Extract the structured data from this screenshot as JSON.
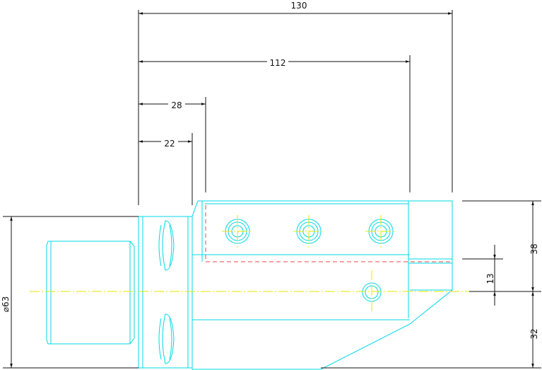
{
  "drawing": {
    "dimensions": {
      "overall_length": "130",
      "body_length": "112",
      "shoulder_28": "28",
      "shoulder_22": "22",
      "height_38": "38",
      "offset_13": "13",
      "lower_32": "32",
      "shank_diameter": "⌀63"
    },
    "colors": {
      "geometry": "#00d8e6",
      "centerline": "#e6e600",
      "hidden": "#e84a4a",
      "dimension": "#111111"
    }
  }
}
